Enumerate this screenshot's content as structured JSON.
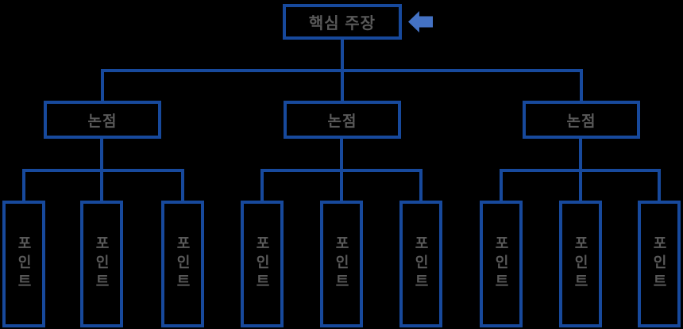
{
  "colors": {
    "background": "#000000",
    "line": "#17499C",
    "arrow": "#4472C4",
    "text": "#595959"
  },
  "icons": {
    "arrow": "left-block-arrow"
  },
  "tree": {
    "root": {
      "label": "핵심 주장"
    },
    "branches": [
      {
        "label": "논점",
        "children": [
          {
            "label": "포인트"
          },
          {
            "label": "포인트"
          },
          {
            "label": "포인트"
          }
        ]
      },
      {
        "label": "논점",
        "children": [
          {
            "label": "포인트"
          },
          {
            "label": "포인트"
          },
          {
            "label": "포인트"
          }
        ]
      },
      {
        "label": "논점",
        "children": [
          {
            "label": "포인트"
          },
          {
            "label": "포인트"
          },
          {
            "label": "포인트"
          }
        ]
      }
    ]
  }
}
